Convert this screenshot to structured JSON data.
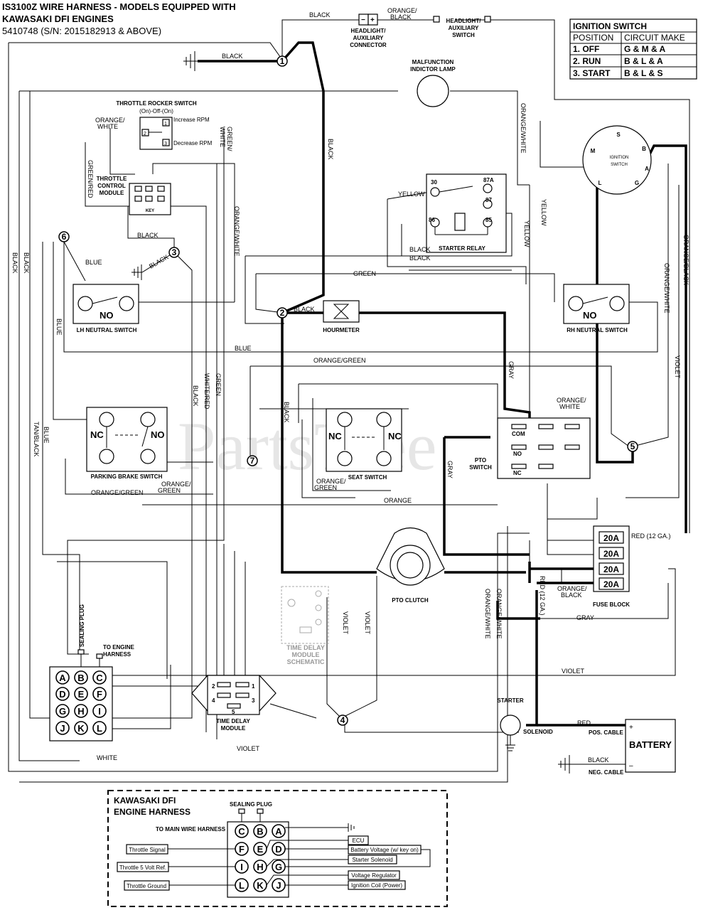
{
  "title": {
    "line1": "IS3100Z WIRE HARNESS - MODELS EQUIPPED WITH",
    "line2": "KAWASAKI DFI ENGINES",
    "line3": "5410748 (S/N: 2015182913 & ABOVE)"
  },
  "watermark": "PartsTree",
  "ignition_table": {
    "title": "IGNITION SWITCH",
    "col1": "POSITION",
    "col2": "CIRCUIT MAKE",
    "rows": [
      {
        "pos": "1. OFF",
        "make": "G & M & A"
      },
      {
        "pos": "2. RUN",
        "make": "B & L & A"
      },
      {
        "pos": "3. START",
        "make": "B & L & S"
      }
    ]
  },
  "components": {
    "headlight_connector": [
      "HEADLIGHT/",
      "AUXILIARY",
      "CONNECTOR"
    ],
    "headlight_switch": [
      "HEADLIGHT/",
      "AUXILIARY",
      "SWITCH"
    ],
    "malfunction_lamp": [
      "MALFUNCTION",
      "INDICTOR LAMP"
    ],
    "throttle_rocker": [
      "THROTTLE ROCKER SWITCH",
      "(On)-Off-(On)"
    ],
    "increase_rpm": "Increase RPM",
    "decrease_rpm": "Decrease RPM",
    "throttle_module": [
      "THROTTLE",
      "CONTROL",
      "MODULE"
    ],
    "key": "KEY",
    "ignition_switch": [
      "IGNITION",
      "SWITCH"
    ],
    "ignition_terminals": {
      "s": "S",
      "m": "M",
      "b": "B",
      "a": "A",
      "l": "L",
      "g": "G"
    },
    "starter_relay": "STARTER RELAY",
    "relay_pins": {
      "p30": "30",
      "p87a": "87A",
      "p87": "87",
      "p86": "86",
      "p85": "85"
    },
    "lh_neutral": "LH NEUTRAL SWITCH",
    "rh_neutral": "RH NEUTRAL SWITCH",
    "no": "NO",
    "nc": "NC",
    "hourmeter": "HOURMETER",
    "parking_brake": "PARKING BRAKE SWITCH",
    "seat_switch": "SEAT SWITCH",
    "pto_switch": [
      "PTO",
      "SWITCH"
    ],
    "pto_terms": {
      "com": "COM",
      "no": "NO",
      "nc": "NC"
    },
    "pto_clutch": "PTO CLUTCH",
    "fuse_block": "FUSE BLOCK",
    "fuse_rating": "20A",
    "starter": "STARTER",
    "solenoid": "SOLENOID",
    "battery": "BATTERY",
    "pos_cable": "POS. CABLE",
    "neg_cable": "NEG. CABLE",
    "plus": "+",
    "minus": "–",
    "sealing_plug": "SEALING PLUG",
    "to_engine": [
      "TO ENGINE",
      "HARNESS"
    ],
    "time_delay_module": [
      "TIME DELAY",
      "MODULE"
    ],
    "time_delay_schematic": [
      "TIME DELAY",
      "MODULE",
      "SCHEMATIC"
    ],
    "td_pins": {
      "p1": "1",
      "p2": "2",
      "p3": "3",
      "p4": "4",
      "p5": "5"
    }
  },
  "connector_pins": [
    "A",
    "B",
    "C",
    "D",
    "E",
    "F",
    "G",
    "H",
    "I",
    "J",
    "K",
    "L"
  ],
  "nodes": [
    "1",
    "2",
    "3",
    "4",
    "5",
    "6",
    "7"
  ],
  "wire_labels": {
    "black": "BLACK",
    "orange_black": [
      "ORANGE/",
      "BLACK"
    ],
    "orange_white_2": [
      "ORANGE/",
      "WHITE"
    ],
    "green_white": [
      "GREEN/",
      "WHITE"
    ],
    "green_red": "GREEN/RED",
    "orange_white": "ORANGE/WHITE",
    "blue": "BLUE",
    "green": "GREEN",
    "yellow": "YELLOW",
    "gray": "GRAY",
    "orange_green": "ORANGE/GREEN",
    "orange_green_2": [
      "ORANGE/",
      "GREEN"
    ],
    "orange": "ORANGE",
    "white_red": "WHITE/RED",
    "tan_black": "TAN/BLACK",
    "violet": "VIOLET",
    "white": "WHITE",
    "red": "RED",
    "red_12": "RED (12 GA.)",
    "orange_black_slash": "ORANGE/BLACK",
    "orange_white_slash": "ORANGE/WHITE"
  },
  "engine_harness": {
    "title": [
      "KAWASAKI DFI",
      "ENGINE HARNESS"
    ],
    "sealing_plug": "SEALING PLUG",
    "to_main": "TO MAIN WIRE HARNESS",
    "left_labels": [
      "Throttle Signal",
      "Throttle 5 Volt Ref.",
      "Throttle Ground"
    ],
    "right_labels": [
      "ECU",
      "Battery Voltage (w/ key on)",
      "Starter Solenoid",
      "Voltage Regulator",
      "Ignition Coil (Power)"
    ]
  }
}
